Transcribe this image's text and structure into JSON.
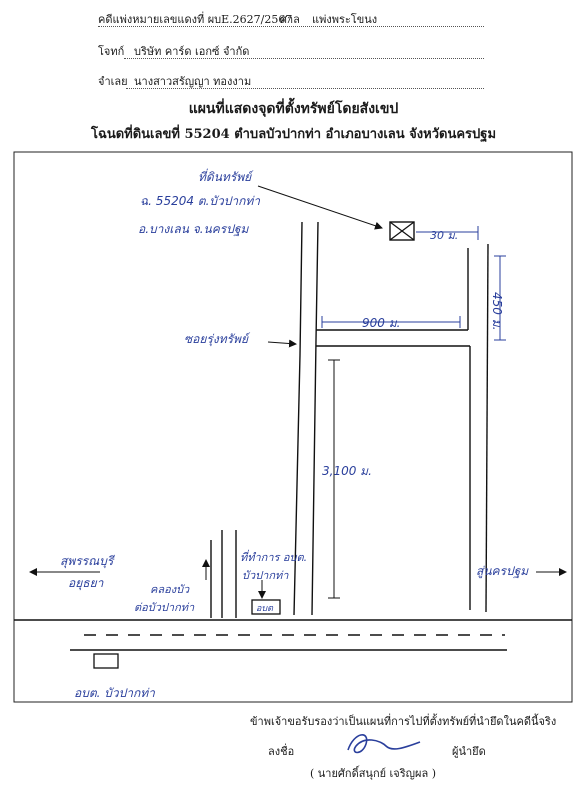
{
  "header": {
    "case_label": "คดีแพ่งหมายเลขแดงที่ ผบE.2627/2567",
    "court_label": "ศาล",
    "court_value": "แพ่งพระโขนง",
    "plaintiff_label": "โจทก์",
    "plaintiff_value": "บริษัท คาร์ด เอกซ์ จำกัด",
    "defendant_label": "จำเลย",
    "defendant_value": "นางสาวสรัญญา ทองงาม"
  },
  "titles": {
    "main": "แผนที่แสดงจุดที่ตั้งทรัพย์โดยสังเขป",
    "sub": "โฉนดที่ดินเลขที่ 55204 ตำบลบัวปากท่า อำเภอบางเลน จังหวัดนครปฐม"
  },
  "map_labels": {
    "property": "ที่ดินทรัพย์",
    "deed_line1": "ฉ. 55204 ต.บัวปากท่า",
    "deed_line2": "อ.บางเลน จ.นครปฐม",
    "dist_30": "30 ม.",
    "dist_450": "450 ม.",
    "dist_900": "900 ม.",
    "dist_3100": "3,100 ม.",
    "soi": "ซอยรุ่งทรัพย์",
    "to_left_line1": "สุพรรณบุรี",
    "to_left_line2": "อยุธยา",
    "to_right": "สู่นครปฐม",
    "canal_line1": "คลองบัว",
    "canal_line2": "ต่อบัวปากท่า",
    "office_line1": "ที่ทำการ อบต.",
    "office_line2": "บัวปากท่า",
    "office_box": "อบต",
    "temple": "อบต. บัวปากท่า"
  },
  "footer": {
    "certify": "ข้าพเจ้าขอรับรองว่าเป็นแผนที่การไปที่ตั้งทรัพย์ที่นำยึดในคดีนี้จริง",
    "sign_label": "ลงชื่อ",
    "role": "ผู้นำยึด",
    "name": "( นายศักดิ์สนุกย์ เจริญผล )"
  },
  "colors": {
    "ink": "#2a3f9c",
    "line": "#111111"
  }
}
